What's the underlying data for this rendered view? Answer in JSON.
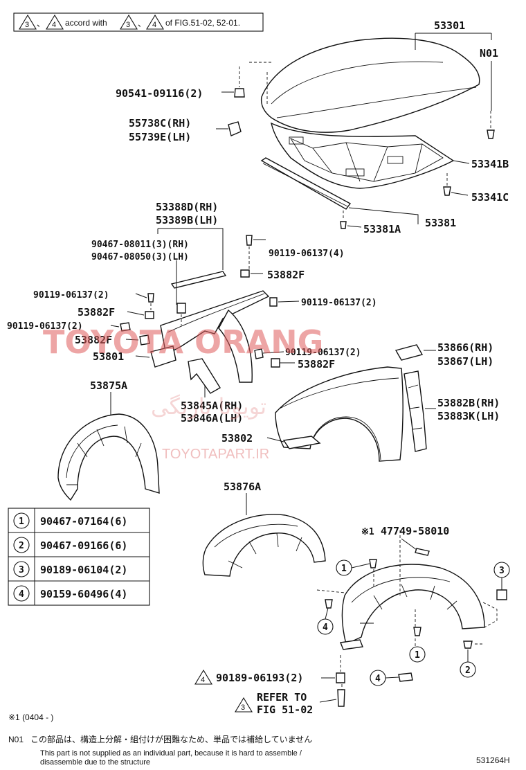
{
  "header_note": {
    "tri_a": "3",
    "tri_b": "4",
    "sep": "、",
    "accord": "accord with",
    "tri_c": "3",
    "tri_d": "4",
    "of_fig": "of FIG.51-02, 52-01."
  },
  "labels": {
    "p53301": "53301",
    "pN01": "N01",
    "p90541": "90541-09116(2)",
    "p55738": "55738C(RH)",
    "p55739": "55739E(LH)",
    "p53341B": "53341B",
    "p53341C": "53341C",
    "p53388": "53388D(RH)",
    "p53389": "53389B(LH)",
    "p53381A": "53381A",
    "p53381": "53381",
    "p90467a": "90467-08011(3)(RH)",
    "p90467b": "90467-08050(3)(LH)",
    "p90119_4": "90119-06137(4)",
    "p53882F_1": "53882F",
    "p90119_2a": "90119-06137(2)",
    "p90119_2b": "90119-06137(2)",
    "p53882F_2": "53882F",
    "p90119_2c": "90119-06137(2)",
    "p53882F_3": "53882F",
    "p53801": "53801",
    "p90119_2d": "90119-06137(2)",
    "p53882F_4": "53882F",
    "p53866": "53866(RH)",
    "p53867": "53867(LH)",
    "p53875A": "53875A",
    "p53845A": "53845A(RH)",
    "p53846A": "53846A(LH)",
    "p53882B": "53882B(RH)",
    "p53883K": "53883K(LH)",
    "p53802": "53802",
    "p53876A": "53876A",
    "p47749": "47749-58010",
    "p47749_mark": "※1",
    "p90189": "90189-06193(2)",
    "p90189_tri": "4",
    "refer_tri": "3",
    "refer1": "REFER TO",
    "refer2": "FIG 51-02"
  },
  "callouts": {
    "c1a": "1",
    "c1b": "1",
    "c2": "2",
    "c3": "3",
    "c4a": "4",
    "c4b": "4"
  },
  "legend": [
    {
      "num": "1",
      "part": "90467-07164(6)"
    },
    {
      "num": "2",
      "part": "90467-09166(6)"
    },
    {
      "num": "3",
      "part": "90189-06104(2)"
    },
    {
      "num": "4",
      "part": "90159-60496(4)"
    }
  ],
  "footnotes": {
    "mark1": "※1 (0404 -    )",
    "n01_code": "N01",
    "n01_jp": "この部品は、構造上分解・組付けが困難なため、単品では補給していません",
    "n01_en1": "This part is not supplied as an individual part, because it is hard to assemble /",
    "n01_en2": "disassemble due to the structure",
    "fig_code": "531264H"
  },
  "watermark": {
    "line1": "TOYOTA ORANG",
    "line2": "تویوتا نارنگی",
    "line3": "TOYOTAPART.IR"
  },
  "colors": {
    "ink": "#111111",
    "watermark": "#e05c5c"
  }
}
